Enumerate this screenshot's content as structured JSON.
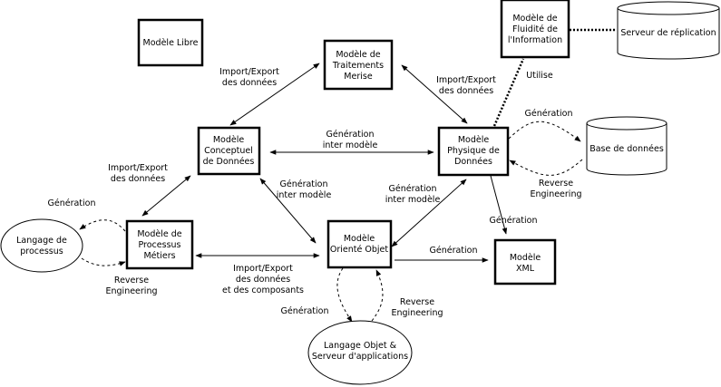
{
  "nodes": {
    "modele_libre": {
      "label": [
        "Modèle Libre"
      ]
    },
    "traitements_merise": {
      "label": [
        "Modèle de",
        "Traitements",
        "Merise"
      ]
    },
    "fluidite_information": {
      "label": [
        "Modèle de",
        "Fluidité de",
        "l'Information"
      ]
    },
    "serveur_replication": {
      "label": [
        "Serveur de réplication"
      ]
    },
    "conceptuel_donnees": {
      "label": [
        "Modèle",
        "Conceptuel",
        "de Données"
      ]
    },
    "physique_donnees": {
      "label": [
        "Modèle",
        "Physique de",
        "Données"
      ]
    },
    "base_donnees": {
      "label": [
        "Base de données"
      ]
    },
    "processus_metiers": {
      "label": [
        "Modèle de",
        "Processus",
        "Métiers"
      ]
    },
    "langage_processus": {
      "label": [
        "Langage de",
        "processus"
      ]
    },
    "oriente_objet": {
      "label": [
        "Modèle",
        "Orienté Objet"
      ]
    },
    "xml": {
      "label": [
        "Modèle",
        "XML"
      ]
    },
    "langage_objet": {
      "label": [
        "Langage Objet &",
        "Serveur d'applications"
      ]
    }
  },
  "edges": {
    "mcd_mtm": [
      "Import/Export",
      "des données"
    ],
    "mtm_mpd": [
      "Import/Export",
      "des données"
    ],
    "mfi_mpd": [
      "Utilise"
    ],
    "mcd_mpd": [
      "Génération",
      "inter modèle"
    ],
    "mpd_db_gen": [
      "Génération"
    ],
    "db_mpd_rev": [
      "Reverse",
      "Engineering"
    ],
    "mcd_mpm": [
      "Import/Export",
      "des données"
    ],
    "mpm_lp_gen": [
      "Génération"
    ],
    "lp_mpm_rev": [
      "Reverse",
      "Engineering"
    ],
    "mcd_moo": [
      "Génération",
      "inter modèle"
    ],
    "mpd_moo": [
      "Génération",
      "inter modèle"
    ],
    "mpd_xml": [
      "Génération"
    ],
    "mpm_moo": [
      "Import/Export",
      "des données",
      "et des composants"
    ],
    "moo_xml": [
      "Génération"
    ],
    "moo_lo_gen": [
      "Génération"
    ],
    "lo_moo_rev": [
      "Reverse",
      "Engineering"
    ]
  }
}
